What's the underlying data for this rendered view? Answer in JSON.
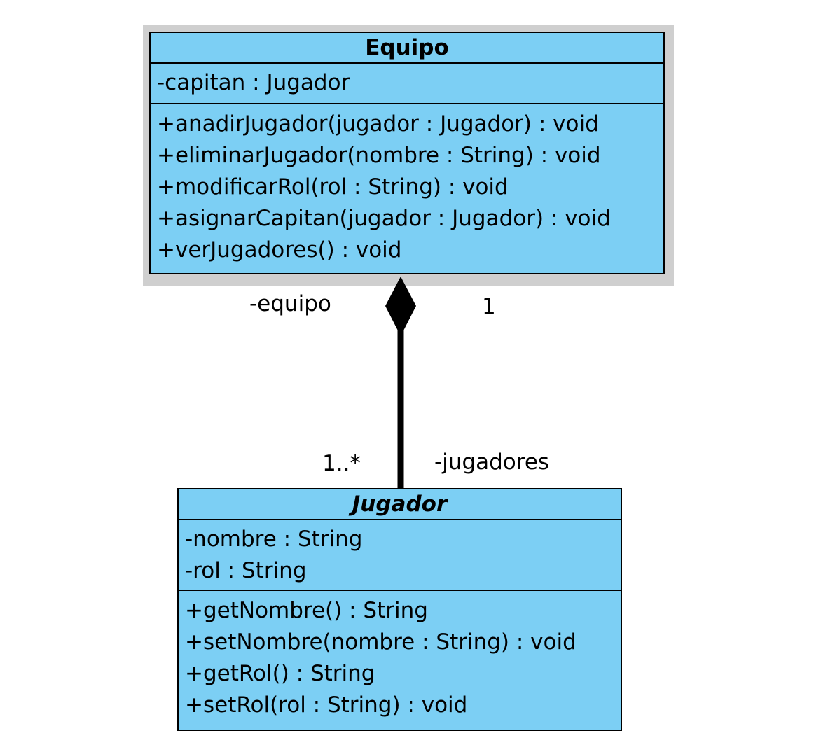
{
  "colors": {
    "class_fill": "#7ccff4",
    "border": "#000000",
    "selection_halo": "#cfcfcf",
    "background": "#ffffff"
  },
  "classes": {
    "equipo": {
      "name": "Equipo",
      "attributes": [
        "-capitan : Jugador"
      ],
      "operations": [
        "+anadirJugador(jugador : Jugador) : void",
        "+eliminarJugador(nombre : String) : void",
        "+modificarRol(rol : String) : void",
        "+asignarCapitan(jugador : Jugador) : void",
        "+verJugadores() : void"
      ]
    },
    "jugador": {
      "name": "Jugador",
      "attributes": [
        "-nombre : String",
        "-rol : String"
      ],
      "operations": [
        "+getNombre() : String",
        "+setNombre(nombre : String) : void",
        "+getRol() : String",
        "+setRol(rol : String) : void"
      ]
    }
  },
  "association": {
    "type": "composition",
    "whole_role": "-equipo",
    "whole_multiplicity": "1",
    "part_role": "-jugadores",
    "part_multiplicity": "1..*"
  }
}
